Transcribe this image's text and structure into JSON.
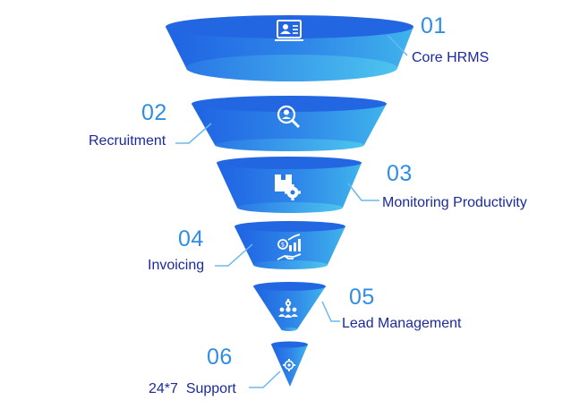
{
  "funnel": {
    "colors": {
      "dark": "#1f63e3",
      "mid": "#2f86e8",
      "light": "#3fb3ec",
      "rim": "#35a9ec",
      "line": "#6ab8ee",
      "icon": "#ffffff"
    },
    "stages": [
      {
        "number": "01",
        "label": "Core HRMS",
        "icon": "monitor-user-icon"
      },
      {
        "number": "02",
        "label": "Recruitment",
        "icon": "person-search-icon"
      },
      {
        "number": "03",
        "label": "Monitoring Productivity",
        "icon": "box-gear-icon"
      },
      {
        "number": "04",
        "label": "Invoicing",
        "icon": "hand-money-growth-icon"
      },
      {
        "number": "05",
        "label": "Lead Management",
        "icon": "team-gear-icon"
      },
      {
        "number": "06",
        "label": "24*7  Support",
        "icon": "gear-icon"
      }
    ]
  }
}
